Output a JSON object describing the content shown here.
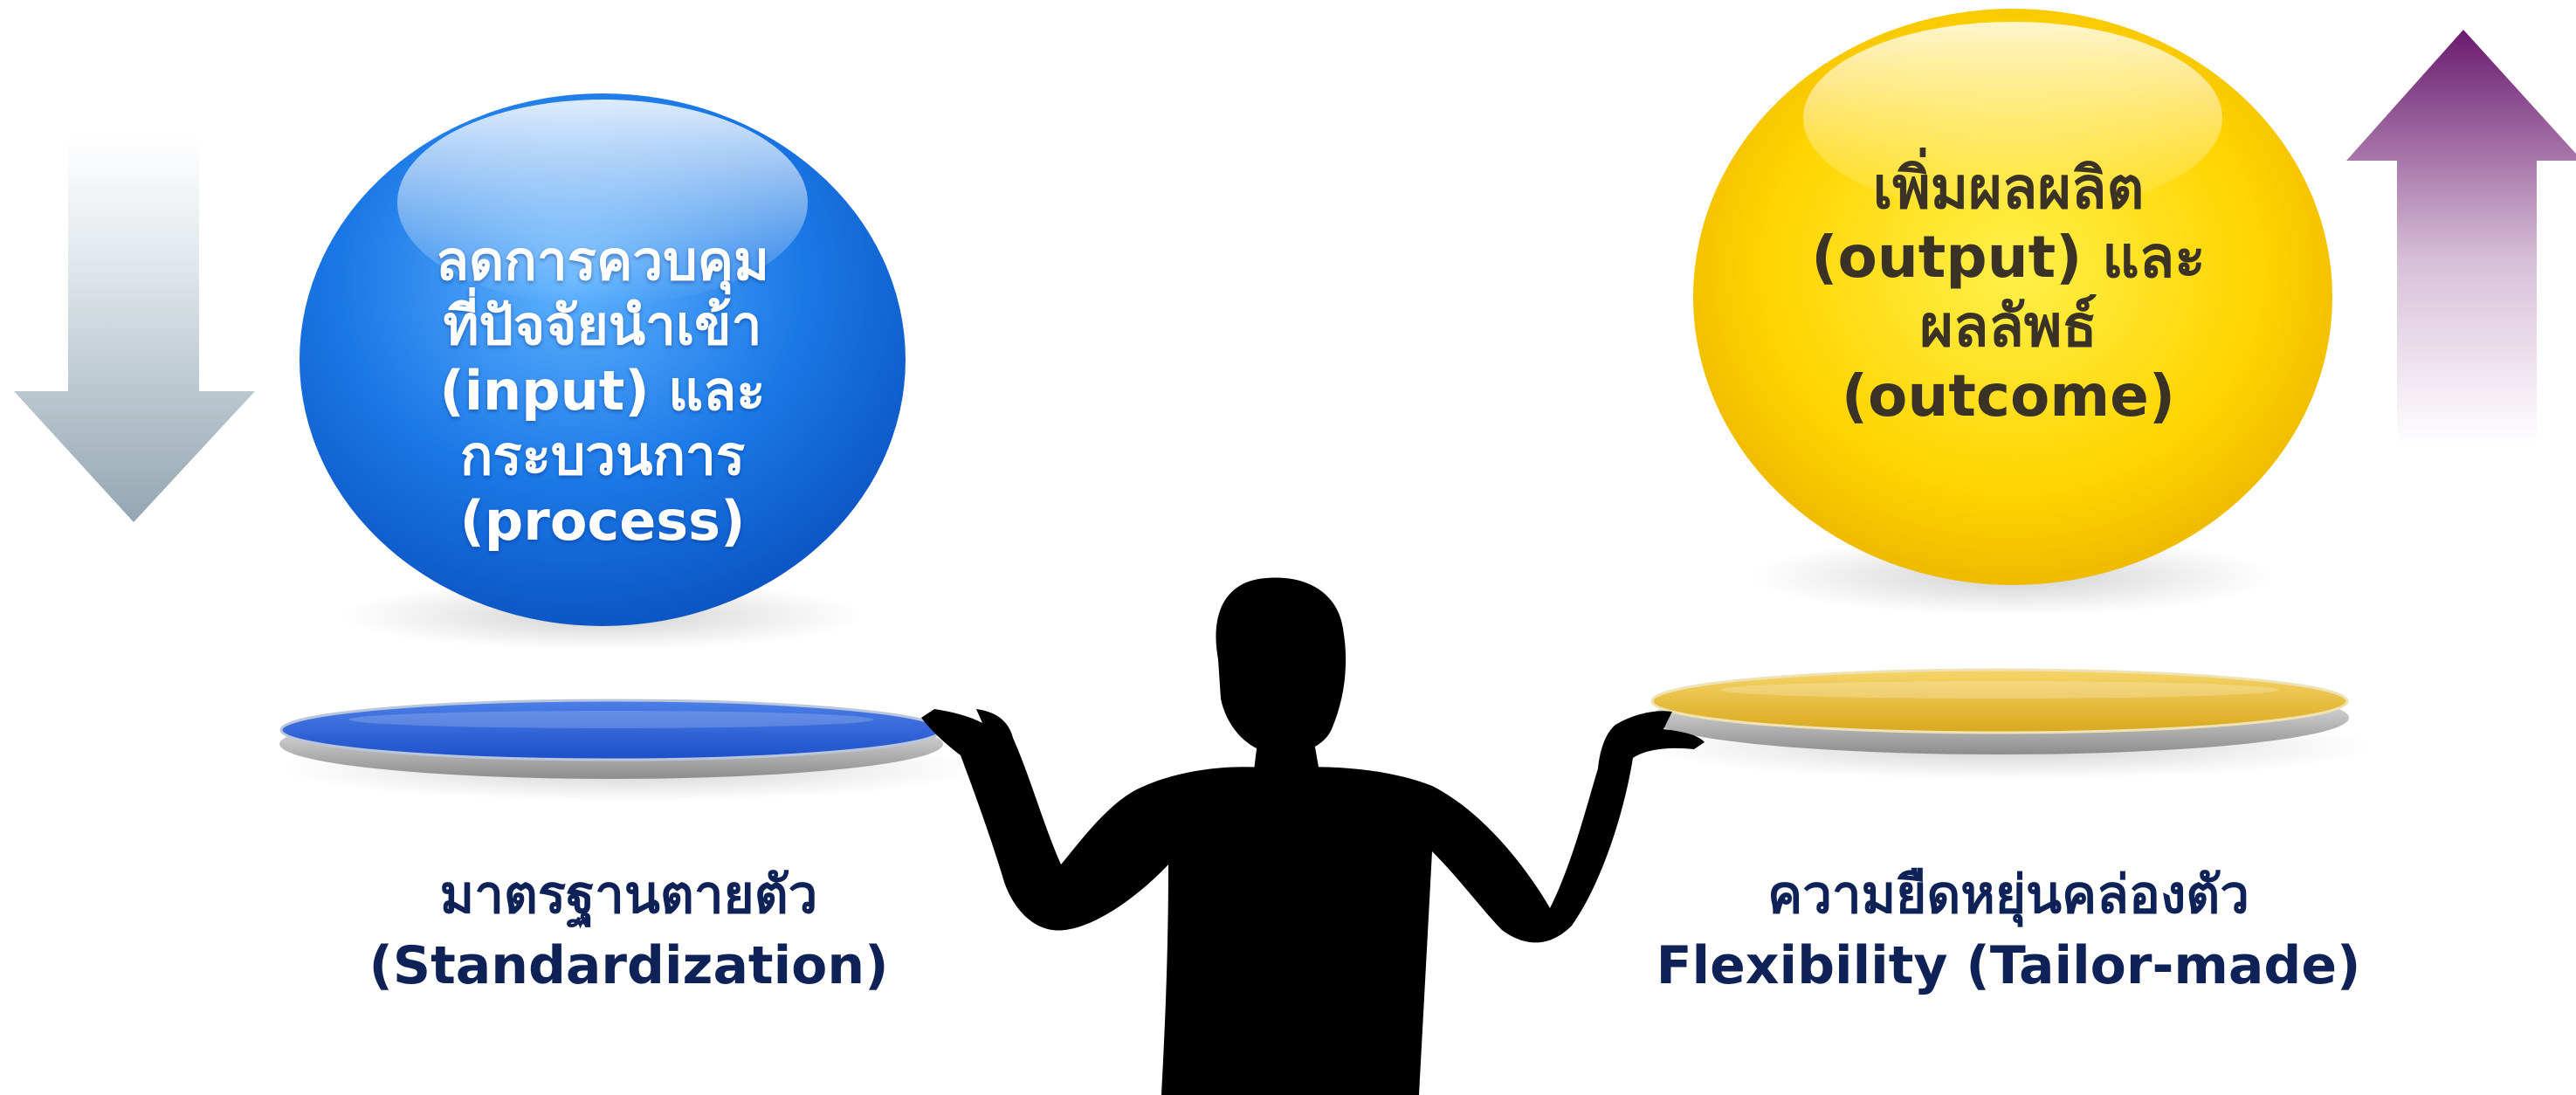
{
  "left_ball": {
    "color": "#1a73e0",
    "lines": [
      "ลดการควบคุม",
      "ที่ปัจจัยนำเข้า",
      "(input) และ",
      "กระบวนการ",
      "(process)"
    ]
  },
  "right_ball": {
    "color": "#f5cc00",
    "lines": [
      "เพิ่มผลผลิต",
      "(output) และ",
      "ผลลัพธ์",
      "(outcome)"
    ]
  },
  "left_caption": {
    "line1": "มาตรฐานตายตัว",
    "line2": "(Standardization)"
  },
  "right_caption": {
    "line1": "ความยืดหยุ่นคล่องตัว",
    "line2": "Flexibility (Tailor-made)"
  },
  "icons": {
    "left_arrow": "arrow-down-icon",
    "right_arrow": "arrow-up-icon",
    "figure": "person-silhouette"
  },
  "colors": {
    "caption_text": "#0e2257",
    "down_arrow": "#9fb0bb",
    "up_arrow": "#7a2a7c"
  }
}
